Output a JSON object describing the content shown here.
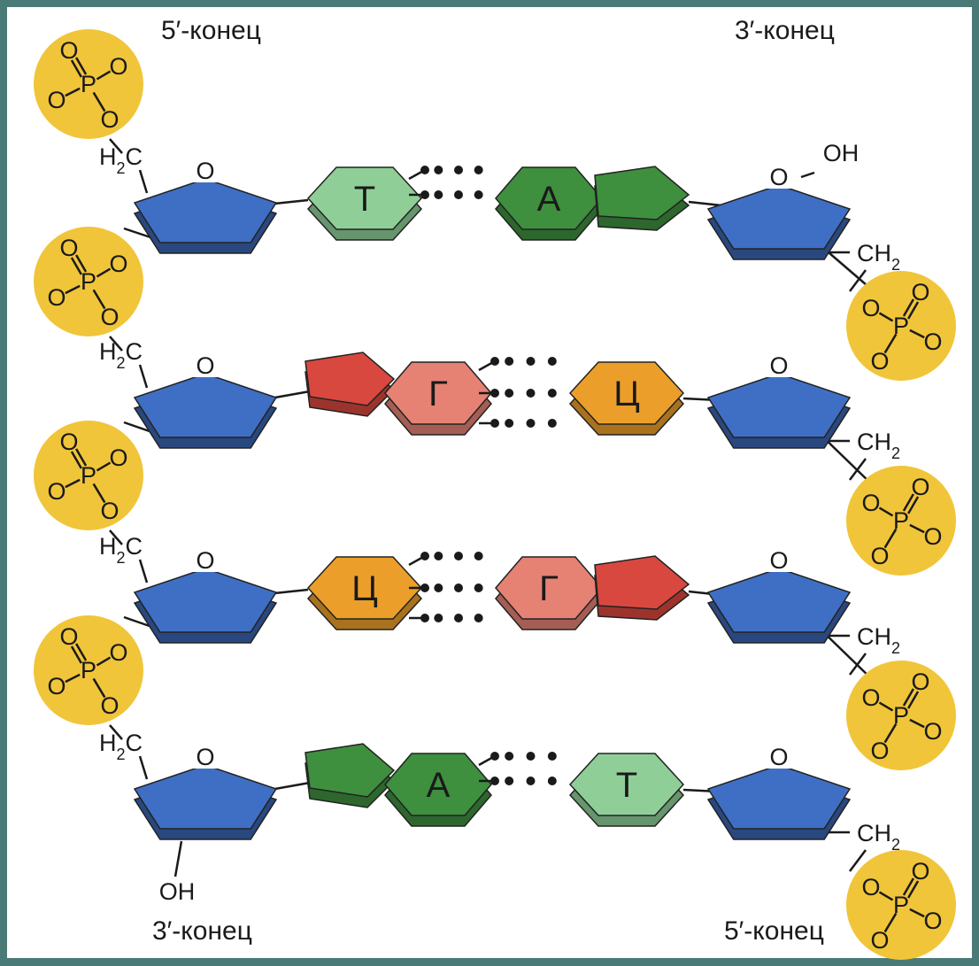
{
  "labels": {
    "top_left": "5′-конец",
    "top_right": "3′-конец",
    "bottom_left": "3′-конец",
    "bottom_right": "5′-конец"
  },
  "atoms": {
    "oxygen": "O",
    "phosphorus": "P",
    "hydroxyl": "OH",
    "methylene": "CH",
    "methylene_sub": "2",
    "methylene_left": "H",
    "methylene_left_sub": "2",
    "methylene_left_c": "C"
  },
  "pairs": [
    {
      "left": "Т",
      "right": "А"
    },
    {
      "left": "Г",
      "right": "Ц"
    },
    {
      "left": "Ц",
      "right": "Г"
    },
    {
      "left": "А",
      "right": "Т"
    }
  ],
  "colors": {
    "background": "#4a7a78",
    "panel": "#ffffff",
    "phosphate": "#f1c53a",
    "sugar": "#3f6fc4",
    "thymine": "#8fcf97",
    "adenine": "#3e8f3e",
    "guanine": "#d8483e",
    "cytosine": "#eb9f2a",
    "guanine_light": "#e58274"
  }
}
